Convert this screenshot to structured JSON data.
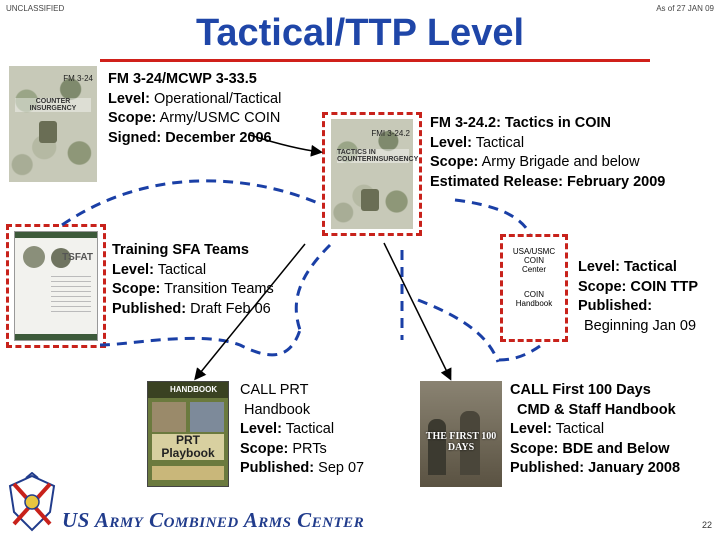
{
  "header": {
    "classification": "UNCLASSIFIED",
    "date": "As of 27 JAN 09",
    "title": "Tactical/TTP Level"
  },
  "docs": {
    "fm324": {
      "cover_label": "FM 3-24",
      "cover_title": "COUNTER INSURGENCY",
      "name": "FM 3-24/MCWP 3-33.5",
      "level_label": "Level:",
      "level": "Operational/Tactical",
      "scope_label": "Scope:",
      "scope": "Army/USMC COIN",
      "signed_label": "Signed:",
      "signed": "December 2006"
    },
    "fm3242": {
      "cover_label": "FMI 3-24.2",
      "cover_title": "TACTICS IN COUNTERINSURGENCY",
      "name": "FM 3-24.2: Tactics in COIN",
      "level_label": "Level:",
      "level": "Tactical",
      "scope_label": "Scope:",
      "scope": "Army Brigade and below",
      "release_label": "Estimated Release:",
      "release": "February 2009"
    },
    "sfa": {
      "cover_label": "TSFAT",
      "name": "Training SFA Teams",
      "level_label": "Level:",
      "level": "Tactical",
      "scope_label": "Scope:",
      "scope": "Transition Teams",
      "published_label": "Published:",
      "published": "Draft Feb 06"
    },
    "coin_handbook": {
      "cover_line1": "USA/USMC",
      "cover_line2": "COIN",
      "cover_line3": "Center",
      "cover_line4": "COIN",
      "cover_line5": "Handbook",
      "level_label": "Level:",
      "level": "Tactical",
      "scope_label": "Scope:",
      "scope": "COIN TTP",
      "published_label": "Published:",
      "published": "Beginning Jan 09"
    },
    "prt": {
      "cover_top": "HANDBOOK",
      "cover_title": "PRT Playbook",
      "name_line1": "CALL PRT",
      "name_line2": "Handbook",
      "level_label": "Level:",
      "level": "Tactical",
      "scope_label": "Scope:",
      "scope": "PRTs",
      "published_label": "Published:",
      "published": "Sep 07"
    },
    "first100": {
      "cover_title": "THE FIRST 100 DAYS",
      "name_line1": "CALL First 100 Days",
      "name_line2": "CMD & Staff Handbook",
      "level_label": "Level:",
      "level": "Tactical",
      "scope_label": "Scope:",
      "scope": "BDE and Below",
      "published_label": "Published:",
      "published": "January 2008"
    }
  },
  "footer": {
    "org": "US Army Combined Arms Center",
    "page": "22"
  },
  "colors": {
    "title_blue": "#1f46a8",
    "rule_red": "#d0201a",
    "arrow_blue": "#1a3fa6"
  }
}
